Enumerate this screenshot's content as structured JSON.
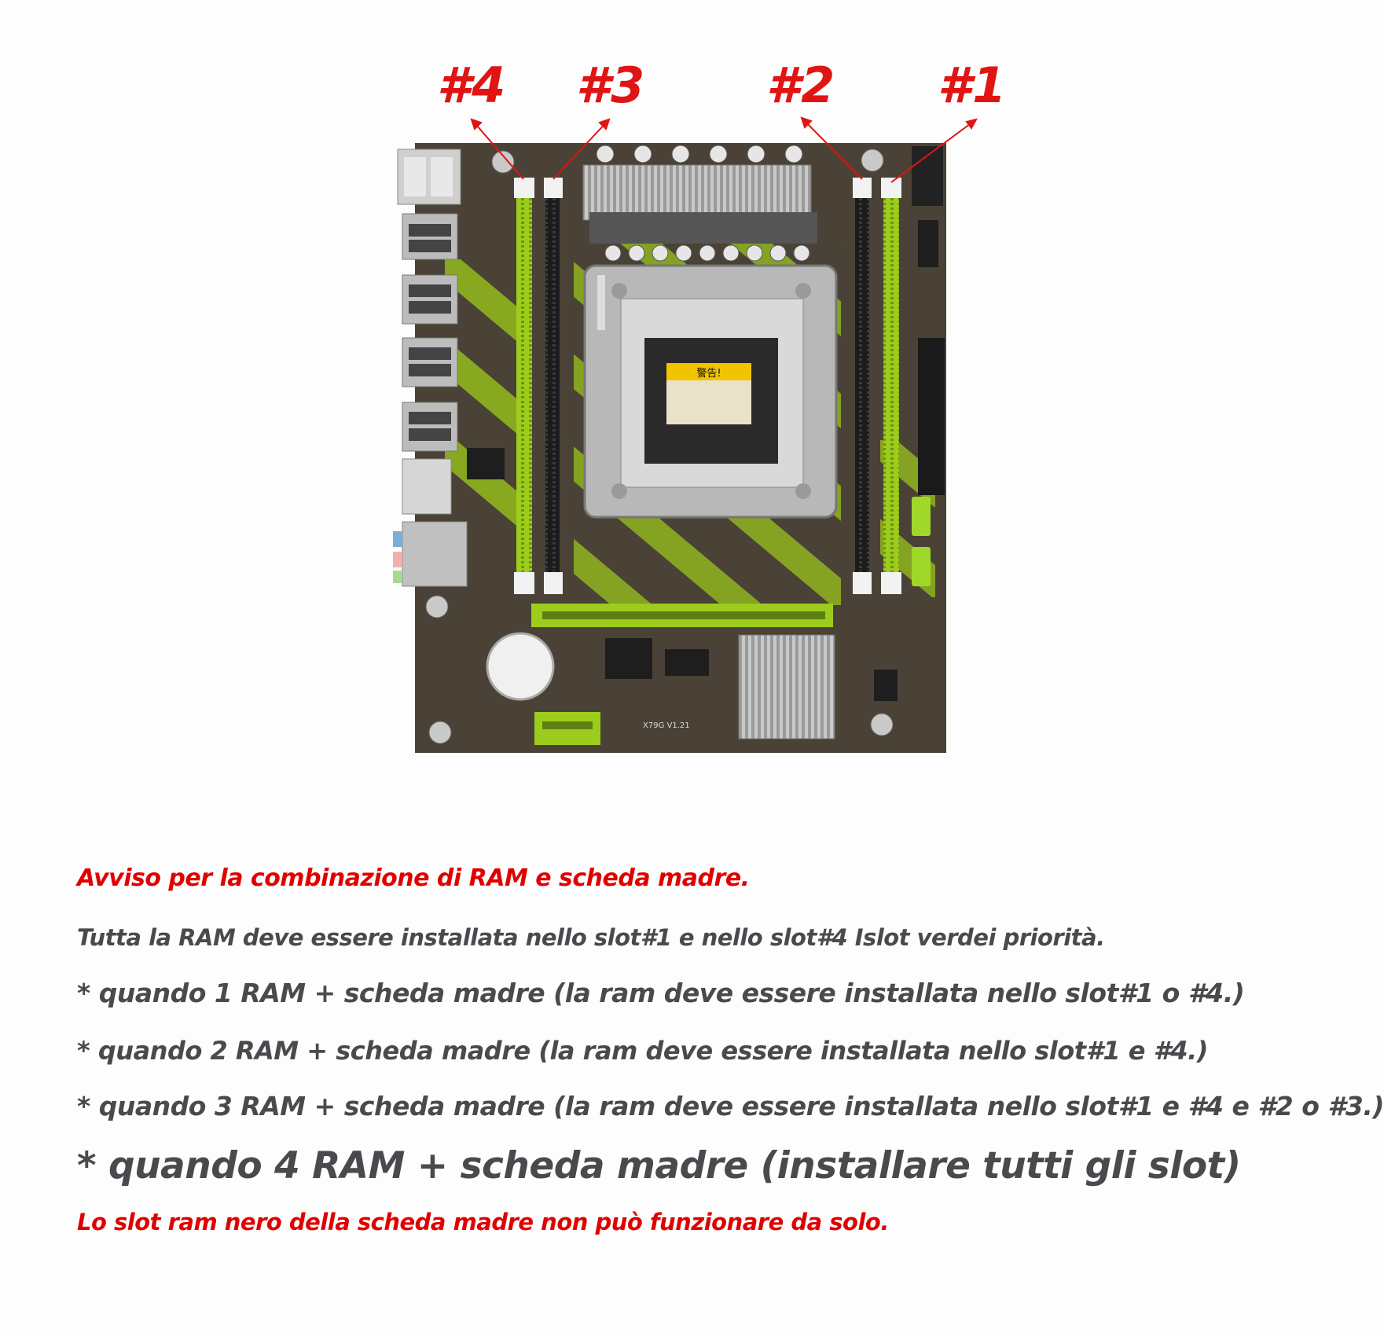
{
  "slot_labels": [
    "#4",
    "#3",
    "#2",
    "#1"
  ],
  "colors": {
    "label_red": "#e11414",
    "pcb": "#4a4236",
    "green_slot": "#9ccc1c",
    "black_slot": "#1c1c1c",
    "text_grey": "#4a4a4e"
  },
  "notice": {
    "title": "Avviso per la combinazione di RAM e scheda madre.",
    "intro": "Tutta la RAM deve essere installata nello slot#1 e nello slot#4 Islot verdei priorità.",
    "rules": [
      "* quando 1 RAM + scheda madre (la ram deve essere installata nello slot#1 o #4.)",
      "* quando 2 RAM + scheda madre (la ram deve essere installata nello slot#1 e #4.)",
      "* quando 3 RAM + scheda madre (la ram deve essere installata nello slot#1 e #4 e #2 o #3.)",
      "* quando 4 RAM + scheda madre (installare tutti gli slot)"
    ],
    "warning": "Lo slot ram nero della scheda madre non può funzionare da solo."
  },
  "board_marking": "X79G V1.21",
  "sticker_text": "警告!"
}
